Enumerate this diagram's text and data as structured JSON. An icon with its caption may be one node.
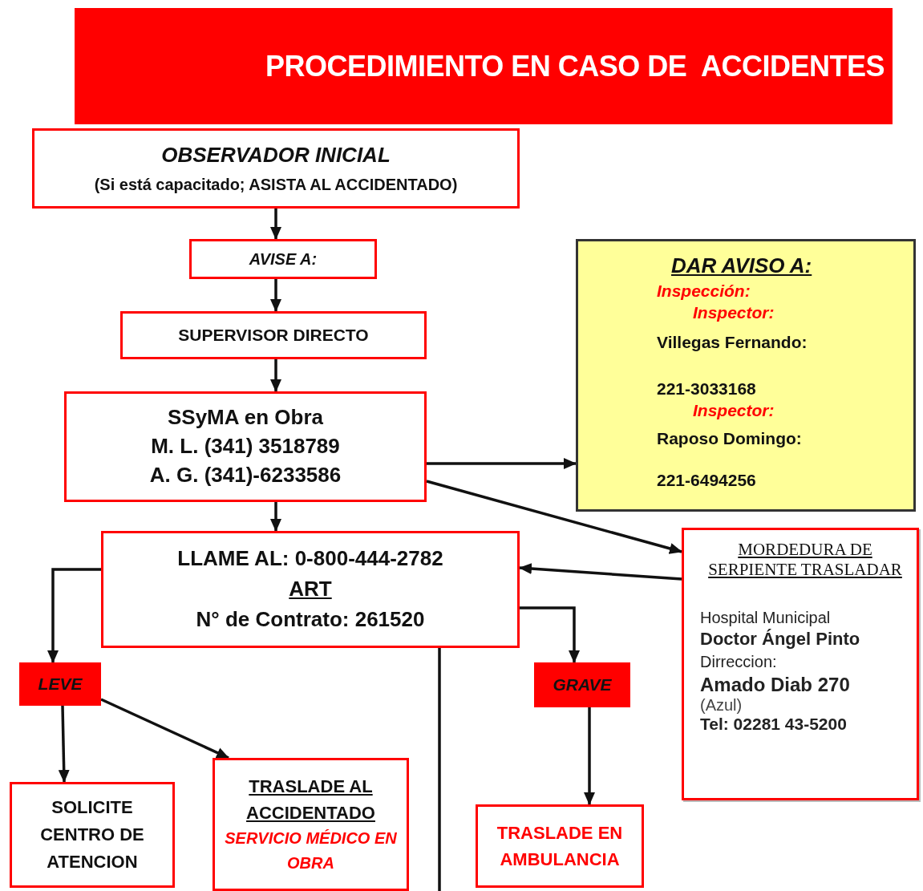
{
  "diagram": {
    "title": "PROCEDIMIENTO EN CASO DE  ACCIDENTES",
    "nodes": [
      {
        "text": [
          "OBSERVADOR INICIAL",
          "(Si está capacitado; ASISTA AL ACCIDENTADO)"
        ]
      },
      {
        "text": [
          "AVISE A:"
        ]
      },
      {
        "text": [
          "SUPERVISOR DIRECTO"
        ]
      },
      {
        "text": [
          "SSyMA en Obra",
          "M. L. (341) 3518789",
          "A. G. (341)-6233586"
        ]
      },
      {
        "text": [
          "DAR AVISO A:",
          "Inspección:",
          "Inspector:",
          "Villegas Fernando:",
          "221-3033168",
          "Inspector:",
          "Raposo Domingo:",
          "221-6494256"
        ]
      },
      {
        "text": [
          "LLAME AL: 0-800-444-2782",
          "ART",
          "N° de Contrato: 261520"
        ]
      },
      {
        "text": [
          "MORDEDURA DE SERPIENTE TRASLADAR",
          "Hospital Municipal",
          "Doctor Ángel Pinto",
          "Dirreccion:",
          "Amado Diab 270",
          "(Azul)",
          "Tel: 02281 43-5200"
        ]
      },
      {
        "text": [
          "LEVE"
        ]
      },
      {
        "text": [
          "GRAVE"
        ]
      },
      {
        "text": [
          "SOLICITE CENTRO DE ATENCION"
        ]
      },
      {
        "text": [
          "TRASLADE AL ACCIDENTADO",
          "SERVICIO MÉDICO EN OBRA"
        ]
      },
      {
        "text": [
          "TRASLADE EN AMBULANCIA"
        ]
      }
    ],
    "edges": [
      {
        "from": 0,
        "to": 1,
        "arrow": "to"
      },
      {
        "from": 1,
        "to": 2,
        "arrow": "to"
      },
      {
        "from": 2,
        "to": 3,
        "arrow": "to"
      },
      {
        "from": 3,
        "to": 4,
        "arrow": "to"
      },
      {
        "from": 3,
        "to": 6,
        "arrow": "to"
      },
      {
        "from": 3,
        "to": 5,
        "arrow": "to"
      },
      {
        "from": 6,
        "to": 5,
        "arrow": "to"
      },
      {
        "from": 5,
        "to": 7,
        "arrow": "to"
      },
      {
        "from": 5,
        "to": 8,
        "arrow": "to"
      },
      {
        "from": 7,
        "to": 9,
        "arrow": "to"
      },
      {
        "from": 7,
        "to": 10,
        "arrow": "to"
      },
      {
        "from": 8,
        "to": 11,
        "arrow": "to"
      },
      {
        "from": 5,
        "to": null,
        "arrow": "none"
      }
    ]
  }
}
